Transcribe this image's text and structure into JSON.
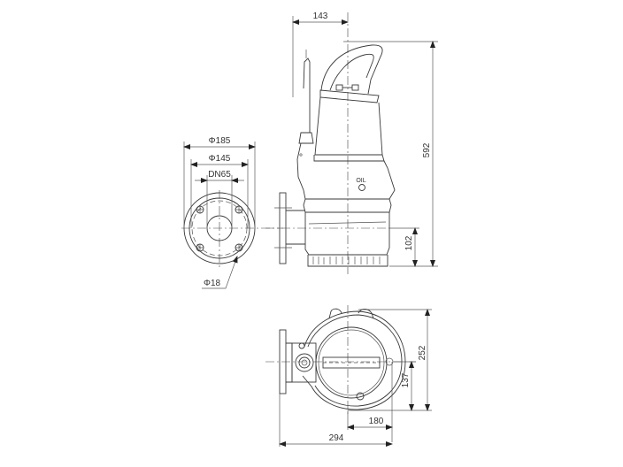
{
  "drawing": {
    "type": "submersible pump dimensional drawing",
    "views": [
      "flange front view",
      "pump side elevation",
      "pump top/plan view"
    ],
    "dimensions": {
      "flange_outer_diameter": "Φ185",
      "flange_bolt_circle": "Φ145",
      "flange_nominal": "DN65",
      "bolt_hole": "Φ18",
      "handle_offset": "143",
      "overall_height": "592",
      "outlet_height": "102",
      "plan_depth": "252",
      "plan_center_to_back": "137",
      "plan_center_to_flange_face": "180",
      "plan_overall_width": "294"
    },
    "labels": {
      "oil_plug": "OIL"
    }
  }
}
